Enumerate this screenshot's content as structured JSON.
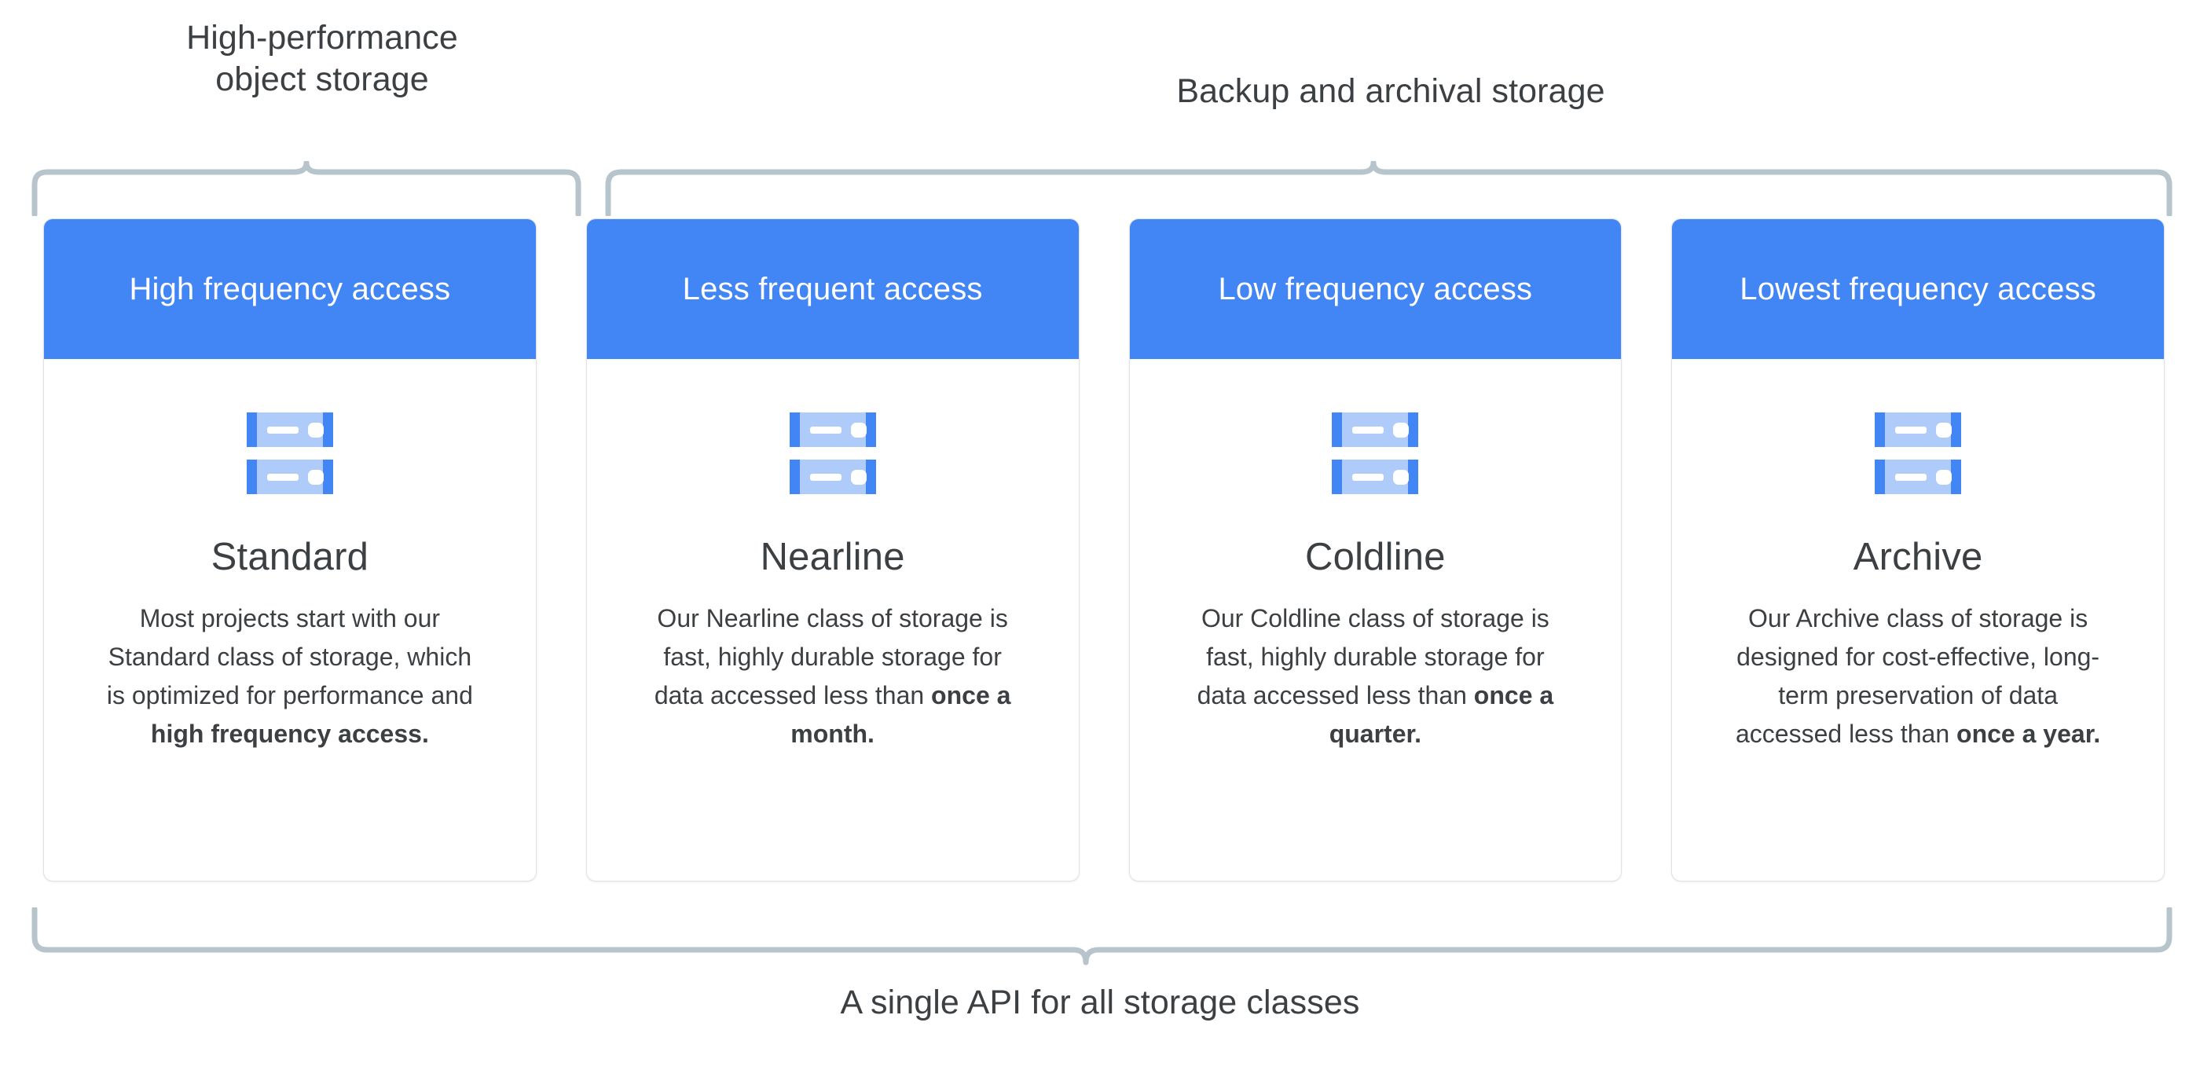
{
  "colors": {
    "header_blue": "#4285f4",
    "brace_gray": "#b7c4cb",
    "card_border": "#dfe3e8",
    "text_dark": "#3c4043",
    "icon_light": "#aecbfa",
    "icon_dark": "#4285f4",
    "page_background": "#ffffff"
  },
  "groups": {
    "left_label": "High-performance\nobject storage",
    "right_label": "Backup and archival storage"
  },
  "bottom_label": "A single API for all storage classes",
  "cards": [
    {
      "header": "High frequency access",
      "title": "Standard",
      "icon": "server-stack-icon",
      "desc_plain": "Most projects start with our Standard class of storage, which is optimized for performance and ",
      "desc_bold": "high frequency access.",
      "desc_lines": [
        "Most projects start with",
        "our Standard class",
        "of storage, which is",
        "optimized for",
        "performance and",
        "high frequency access."
      ]
    },
    {
      "header": "Less frequent access",
      "title": "Nearline",
      "icon": "server-stack-icon",
      "desc_plain": "Our Nearline class of storage is fast, highly durable storage for data accessed less than ",
      "desc_bold": "once a month.",
      "desc_lines": [
        "Our Nearline class of",
        "storage is fast,",
        "highly durable",
        "storage for data",
        "accessed less than",
        "once a month."
      ]
    },
    {
      "header": "Low frequency access",
      "title": "Coldline",
      "icon": "server-stack-icon",
      "desc_plain": "Our Coldline class of storage is fast, highly durable storage for data accessed less than ",
      "desc_bold": "once a quarter.",
      "desc_lines": [
        "Our Coldline class",
        "of storage is fast,",
        "highly durable",
        "storage for data",
        "accessed less than",
        "once a quarter."
      ]
    },
    {
      "header": "Lowest frequency access",
      "title": "Archive",
      "icon": "server-stack-icon",
      "desc_plain": "Our Archive class of storage is designed for cost-effective, long-term preservation of data accessed less than ",
      "desc_bold": "once a year.",
      "desc_lines": [
        "Our Archive class of",
        "storage is designed",
        "for cost-effective,",
        "long-term preservation",
        "of data accessed less",
        "than once a year."
      ]
    }
  ]
}
